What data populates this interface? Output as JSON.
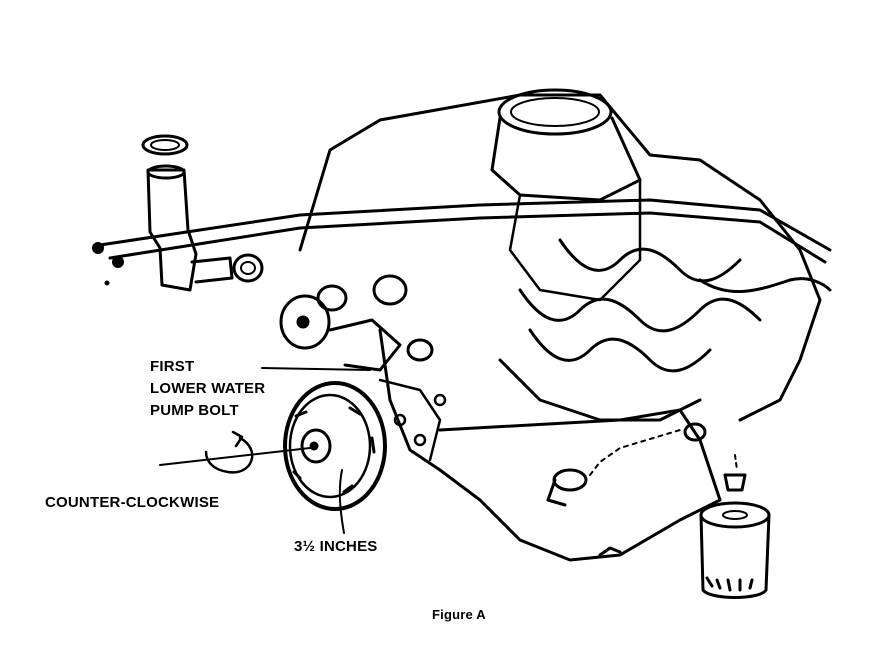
{
  "labels": {
    "bolt_line1": "FIRST",
    "bolt_line2": "LOWER WATER",
    "bolt_line3": "PUMP BOLT",
    "rotation": "COUNTER-CLOCKWISE",
    "distance": "3½ INCHES"
  },
  "caption": "Figure A"
}
